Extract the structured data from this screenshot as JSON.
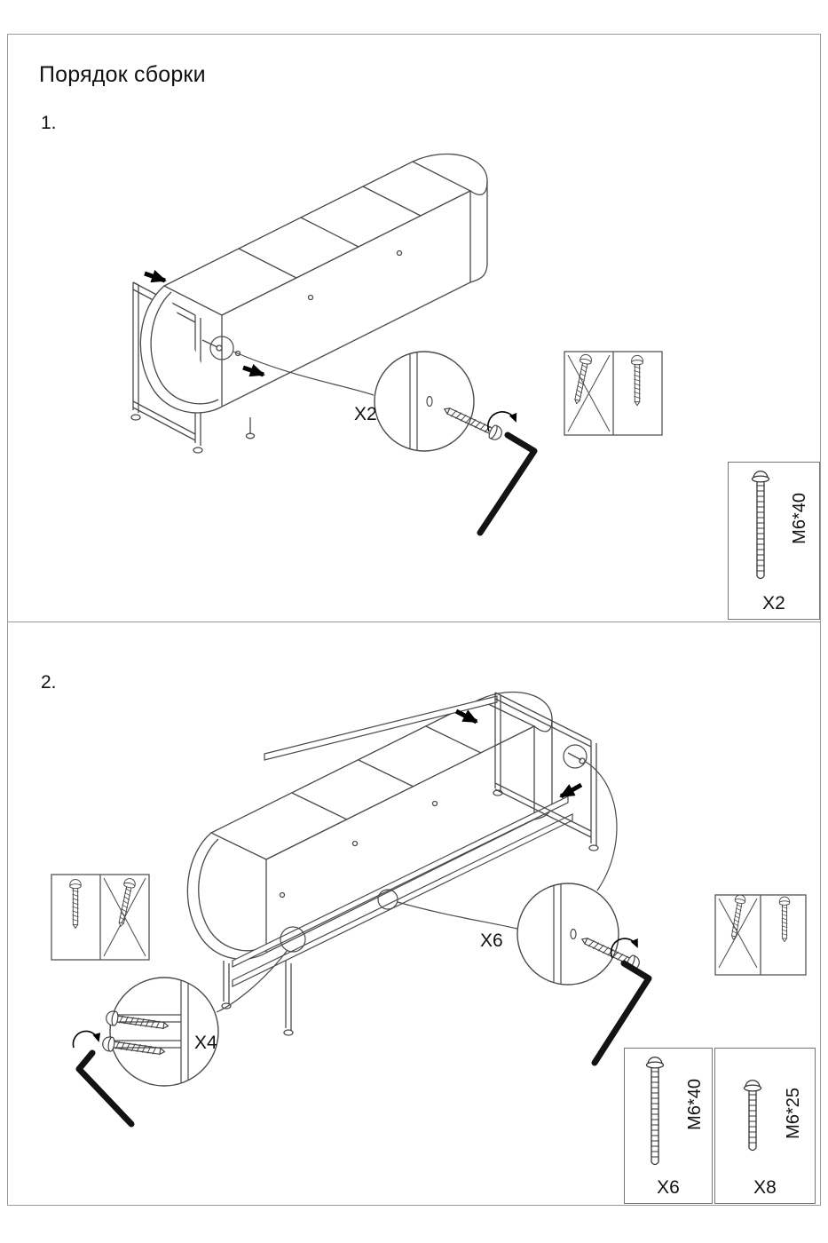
{
  "page": {
    "title": "Порядок сборки"
  },
  "colors": {
    "line": "#4a4a4a",
    "text": "#111111",
    "arrow": "#000000"
  },
  "step1": {
    "number": "1.",
    "callouts": {
      "screws": "X2"
    },
    "legend": {
      "size": "M6*40",
      "qty": "X2"
    }
  },
  "step2": {
    "number": "2.",
    "callouts": {
      "corner_screws": "X4",
      "side_screws": "X6"
    },
    "legends": [
      {
        "size": "M6*40",
        "qty": "X6"
      },
      {
        "size": "M6*25",
        "qty": "X8"
      }
    ]
  }
}
